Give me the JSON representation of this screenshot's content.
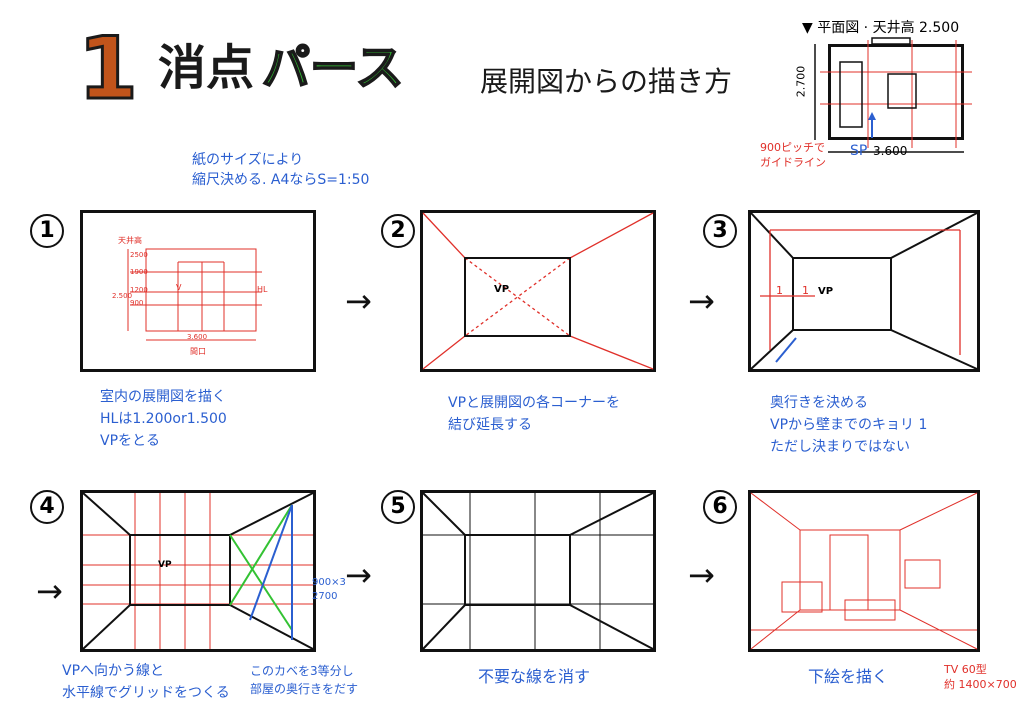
{
  "title": {
    "number": "1",
    "main": "消点",
    "accent": "パース",
    "subtitle": "展開図からの描き方"
  },
  "plan": {
    "title": "平面図 · 天井高 2.500",
    "height_label": "2.700",
    "width_label": "3.600",
    "sp_label": "SP",
    "guide_note": "900ピッチで\nガイドライン"
  },
  "note_top": "紙のサイズにより\n縮尺決める. A4ならS=1:50",
  "steps": [
    {
      "num": "1",
      "caption": "室内の展開図を描く\nHLは1.200or1.500\nVPをとる"
    },
    {
      "num": "2",
      "caption": "VPと展開図の各コーナーを\n結び延長する"
    },
    {
      "num": "3",
      "caption": "奥行きを決める\nVPから壁までのキョリ 1\nただし決まりではない"
    },
    {
      "num": "4",
      "caption": "VPへ向かう線と\n水平線でグリッドをつくる"
    },
    {
      "num": "5",
      "caption": "不要な線を消す"
    },
    {
      "num": "6",
      "caption": "下絵を描く"
    }
  ],
  "panel1": {
    "ceiling": "天井高",
    "heights": [
      "2500",
      "1900",
      "1200",
      "900"
    ],
    "side": "2.500",
    "width": "3.600",
    "bottom": "間口",
    "hl": "HL",
    "v": "V"
  },
  "vp_label": "VP",
  "depth_labels": [
    "1",
    "1"
  ],
  "panel4_note": "900×3\n2700",
  "wall_note": "このカベを3等分し\n部屋の奥行きをだす",
  "tv_note": "TV 60型\n約 1400×700",
  "arrow": "→"
}
